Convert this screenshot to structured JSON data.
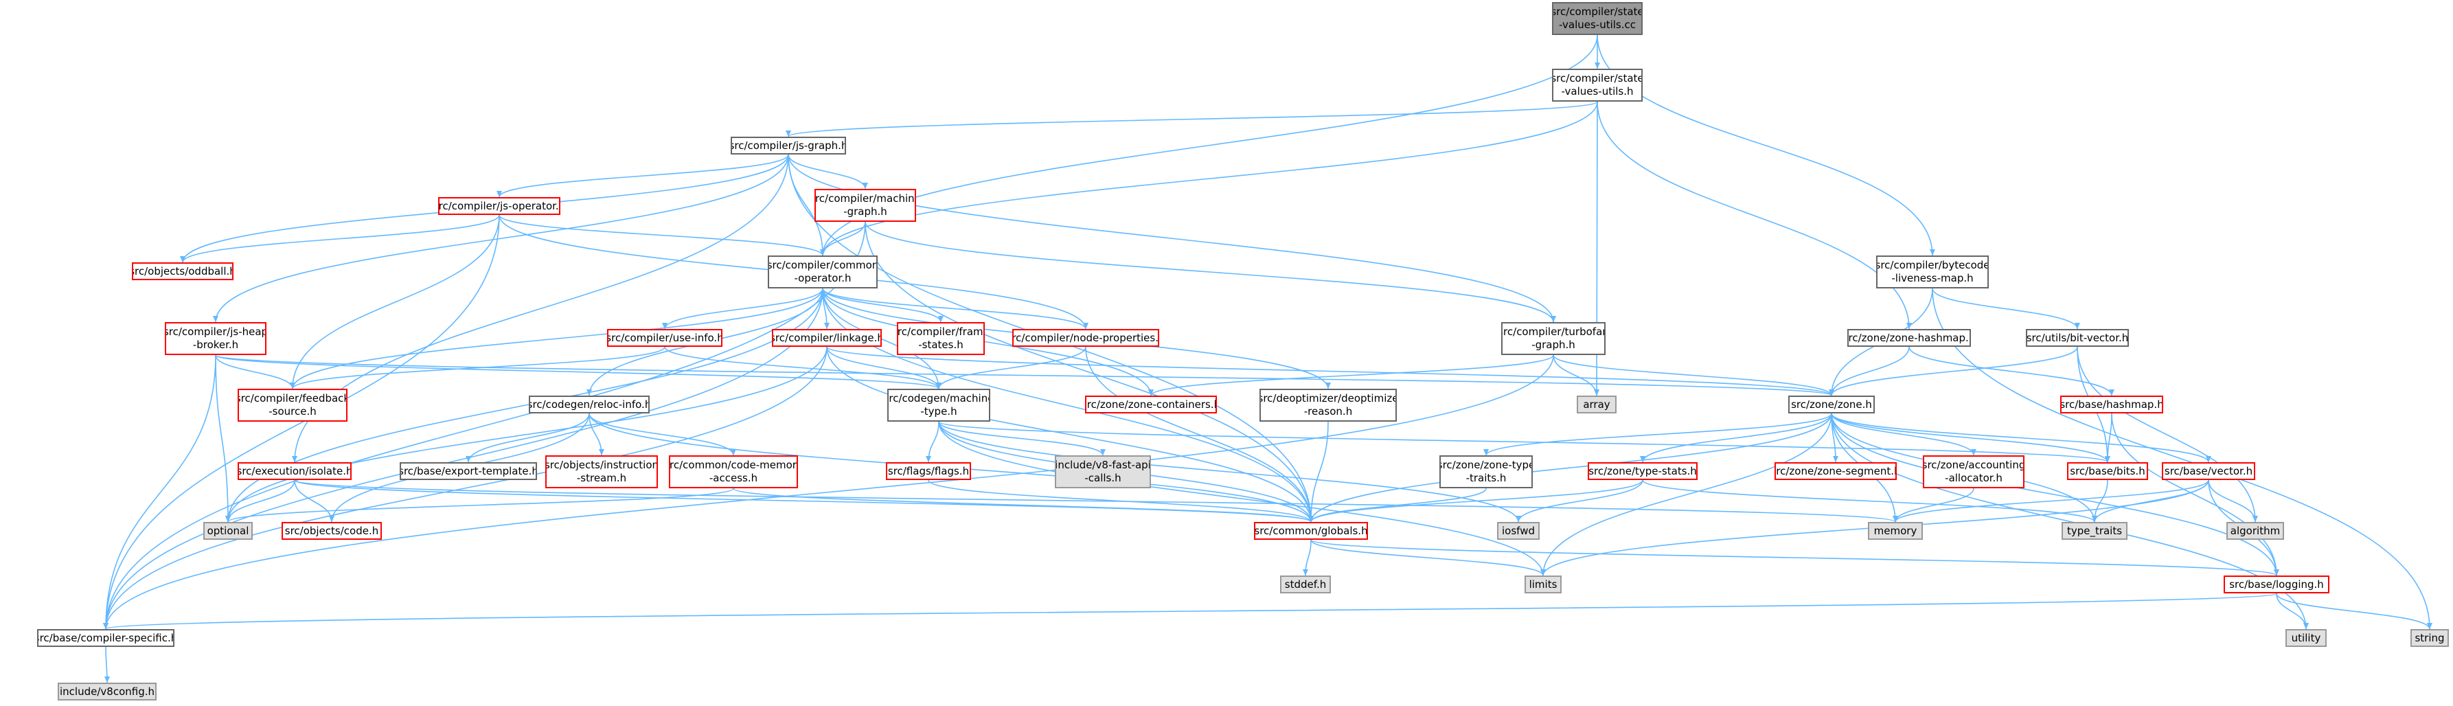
{
  "colors": {
    "edge": "#63b8ff",
    "node_border": "#666666",
    "node_border_missing": "#ff0000",
    "node_fill_system": "#e0e0e0",
    "node_fill_root": "#999999"
  },
  "nodes": {
    "n0": "src/compiler/state\n-values-utils.cc",
    "n1": "src/compiler/state\n-values-utils.h",
    "n2": "src/compiler/js-graph.h",
    "n3": "src/compiler/js-operator.h",
    "n4": "src/compiler/machine\n-graph.h",
    "n5": "src/objects/oddball.h",
    "n6": "src/compiler/common\n-operator.h",
    "n7": "src/compiler/js-heap\n-broker.h",
    "n8": "src/compiler/use-info.h",
    "n9": "src/compiler/linkage.h",
    "n10": "src/compiler/frame\n-states.h",
    "n11": "src/compiler/node-properties.h",
    "n12": "src/compiler/turbofan\n-graph.h",
    "n13": "src/compiler/bytecode\n-liveness-map.h",
    "n14": "src/zone/zone-hashmap.h",
    "n15": "src/utils/bit-vector.h",
    "n16": "src/compiler/feedback\n-source.h",
    "n17": "src/codegen/reloc-info.h",
    "n18": "src/codegen/machine\n-type.h",
    "n19": "src/zone/zone-containers.h",
    "n20": "src/deoptimizer/deoptimize\n-reason.h",
    "n21": "array",
    "n22": "src/zone/zone.h",
    "n23": "src/base/hashmap.h",
    "n24": "src/execution/isolate.h",
    "n25": "src/base/export-template.h",
    "n26": "src/objects/instruction\n-stream.h",
    "n27": "src/common/code-memory\n-access.h",
    "n28": "include/v8-fast-api\n-calls.h",
    "n29": "src/flags/flags.h",
    "n30": "src/zone/zone-type\n-traits.h",
    "n31": "src/zone/type-stats.h",
    "n32": "src/zone/zone-segment.h",
    "n33": "src/zone/accounting\n-allocator.h",
    "n34": "src/base/bits.h",
    "n35": "src/base/vector.h",
    "n36": "optional",
    "n37": "src/objects/code.h",
    "n38": "src/common/globals.h",
    "n39": "iosfwd",
    "n40": "memory",
    "n41": "type_traits",
    "n42": "algorithm",
    "n43": "stddef.h",
    "n44": "limits",
    "n45": "src/base/logging.h",
    "n46": "src/base/compiler-specific.h",
    "n47": "utility",
    "n48": "string",
    "n49": "include/v8config.h"
  }
}
